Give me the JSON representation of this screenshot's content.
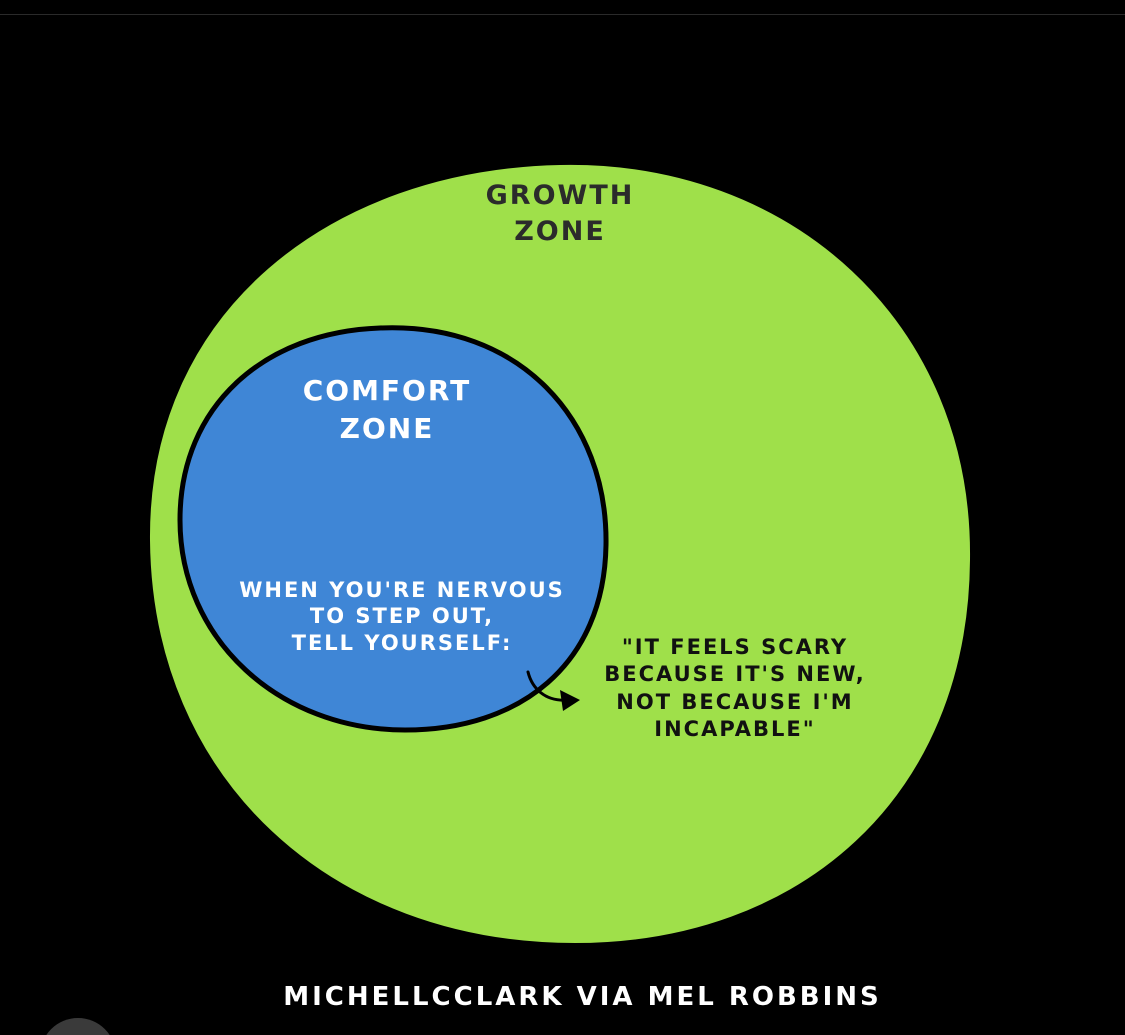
{
  "growth_zone": {
    "label_line1": "GROWTH",
    "label_line2": "ZONE",
    "fill_color": "#9fe04a"
  },
  "comfort_zone": {
    "label_line1": "COMFORT",
    "label_line2": "ZONE",
    "fill_color": "#3f86d6"
  },
  "prompt": {
    "line1": "WHEN YOU'RE NERVOUS",
    "line2": "TO STEP OUT,",
    "line3": "TELL YOURSELF:"
  },
  "quote": {
    "line1": "\"IT FEELS SCARY",
    "line2": "BECAUSE IT'S NEW,",
    "line3": "NOT BECAUSE I'M",
    "line4": "INCAPABLE\""
  },
  "credit": "MICHELLCCLARK VIA MEL ROBBINS",
  "background_color": "#000000"
}
